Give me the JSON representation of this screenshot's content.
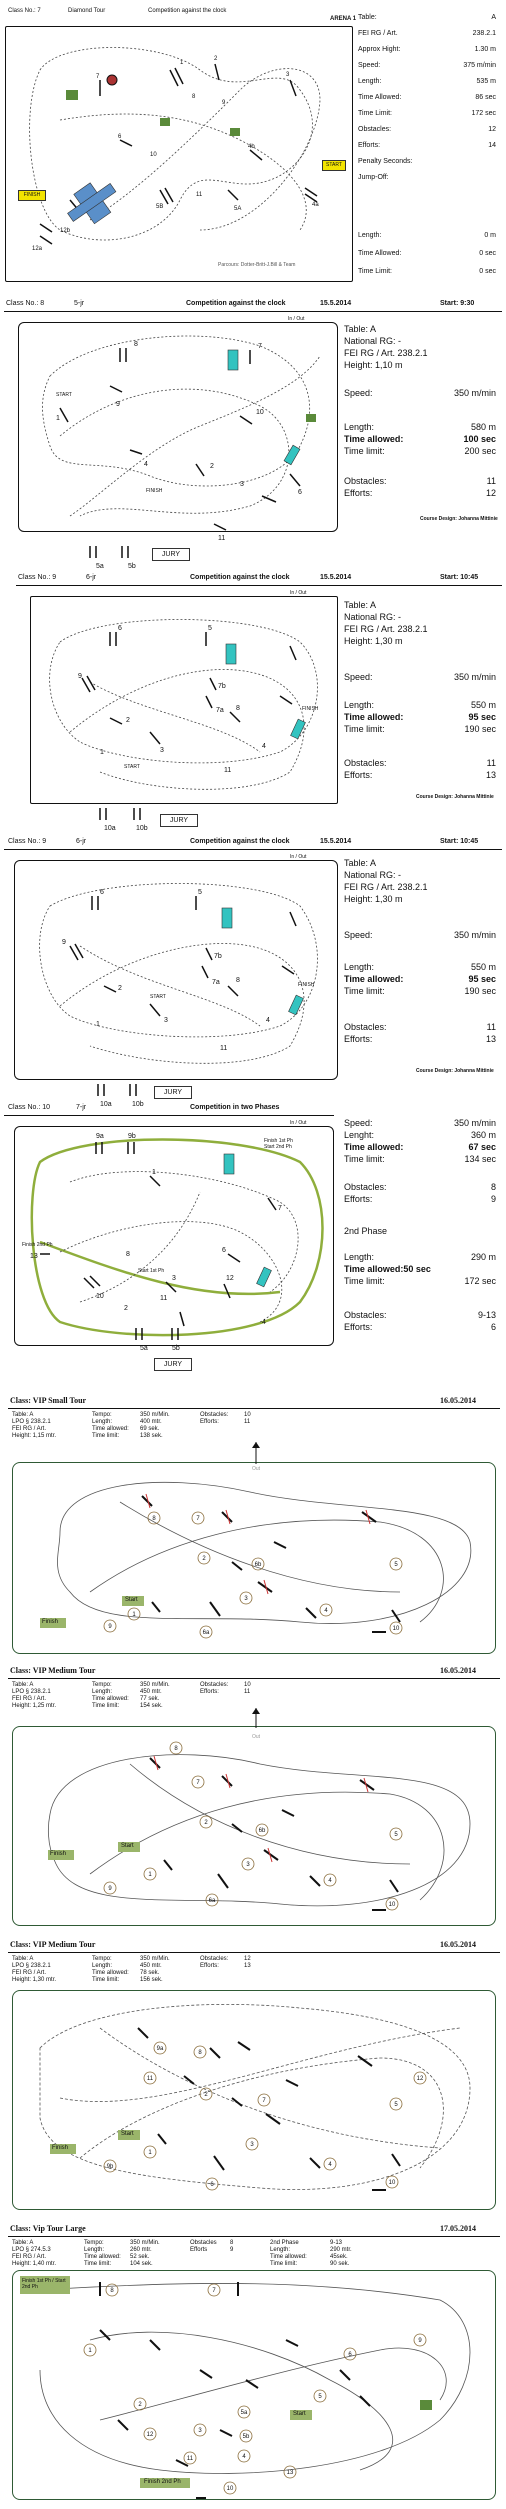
{
  "s1": {
    "class_no": "Class No.: 7",
    "tour": "Diamond Tour",
    "competition": "Competition against the clock",
    "arena": "ARENA 1",
    "stats": [
      {
        "k": "Table:",
        "v": "A"
      },
      {
        "k": "FEI RG / Art.",
        "v": "238.2.1"
      },
      {
        "k": "Approx Hight:",
        "v": "1.30  m"
      },
      {
        "k": "Speed:",
        "v": "375  m/min"
      },
      {
        "k": "Length:",
        "v": "535  m"
      },
      {
        "k": "Time Allowed:",
        "v": "86  sec"
      },
      {
        "k": "Time Limit:",
        "v": "172  sec"
      },
      {
        "k": "Obstacles:",
        "v": "12"
      },
      {
        "k": "Efforts:",
        "v": "14"
      },
      {
        "k": "Penalty Seconds:",
        "v": ""
      },
      {
        "k": "Jump-Off:",
        "v": ""
      },
      {
        "k": "Length:",
        "v": "0  m"
      },
      {
        "k": "Time Allowed:",
        "v": "0  sec"
      },
      {
        "k": "Time Limit:",
        "v": "0  sec"
      }
    ],
    "labels": {
      "start": "START",
      "finish": "FINISH"
    },
    "jumps": [
      "1",
      "2",
      "3",
      "4",
      "5",
      "6",
      "7",
      "8",
      "9",
      "10",
      "11",
      "12a",
      "12b",
      "4a",
      "4b",
      "5A",
      "5B"
    ]
  },
  "s2": {
    "class_no": "Class No.: 8",
    "age": "5-jr",
    "competition": "Competition against the clock",
    "date": "15.5.2014",
    "start": "Start: 9:30",
    "inout": "In / Out",
    "table": "Table: A",
    "rg": "National RG: -",
    "fei": "FEI RG / Art. 238.2.1",
    "height": "Height: 1,10  m",
    "speed_k": "Speed:",
    "speed_v": "350  m/min",
    "length_k": "Length:",
    "length_v": "580  m",
    "ta_k": "Time allowed:",
    "ta_v": "100  sec",
    "tl_k": "Time limit:",
    "tl_v": "200  sec",
    "obs_k": "Obstacles:",
    "obs_v": "11",
    "eff_k": "Efforts:",
    "eff_v": "12",
    "design": "Course Design: Johanna Mittinie",
    "jury": "JURY",
    "labels": {
      "start": "START",
      "finish": "FINISH"
    },
    "jumps": [
      "1",
      "2",
      "3",
      "4",
      "5a",
      "5b",
      "6",
      "7",
      "8",
      "9",
      "10",
      "11"
    ]
  },
  "s3": {
    "class_no": "Class No.: 9",
    "age": "6-jr",
    "competition": "Competition against the clock",
    "date": "15.5.2014",
    "start": "Start: 10:45",
    "inout": "In / Out",
    "table": "Table: A",
    "rg": "National RG: -",
    "fei": "FEI RG / Art. 238.2.1",
    "height": "Height: 1,30  m",
    "speed_k": "Speed:",
    "speed_v": "350  m/min",
    "length_k": "Length:",
    "length_v": "550  m",
    "ta_k": "Time allowed:",
    "ta_v": "95  sec",
    "tl_k": "Time limit:",
    "tl_v": "190  sec",
    "obs_k": "Obstacles:",
    "obs_v": "11",
    "eff_k": "Efforts:",
    "eff_v": "13",
    "design": "Course Design: Johanna Mittinie",
    "jury": "JURY",
    "labels": {
      "start": "START",
      "finish": "FINISH"
    },
    "jumps": [
      "1",
      "2",
      "3",
      "4",
      "5",
      "6",
      "7a",
      "7b",
      "8",
      "9",
      "10a",
      "10b",
      "11"
    ]
  },
  "s4": {
    "class_no": "Class No.: 9",
    "age": "6-jr",
    "competition": "Competition against the clock",
    "date": "15.5.2014",
    "start": "Start: 10:45",
    "inout": "In / Out",
    "table": "Table: A",
    "rg": "National RG: -",
    "fei": "FEI RG / Art. 238.2.1",
    "height": "Height: 1,30  m",
    "speed_k": "Speed:",
    "speed_v": "350  m/min",
    "length_k": "Length:",
    "length_v": "550  m",
    "ta_k": "Time allowed:",
    "ta_v": "95  sec",
    "tl_k": "Time limit:",
    "tl_v": "190  sec",
    "obs_k": "Obstacles:",
    "obs_v": "11",
    "eff_k": "Efforts:",
    "eff_v": "13",
    "design": "Course Design: Johanna Mittinie",
    "jury": "JURY",
    "labels": {
      "start": "START",
      "finish": "FINISH"
    },
    "jumps": [
      "1",
      "2",
      "3",
      "4",
      "5",
      "6",
      "7a",
      "7b",
      "8",
      "9",
      "10a",
      "10b",
      "11"
    ]
  },
  "s5": {
    "class_no": "Class No.: 10",
    "age": "7-jr",
    "competition": "Competition in two Phases",
    "inout": "In / Out",
    "speed_k": "Speed:",
    "speed_v": "350  m/min",
    "length_k": "Lenght:",
    "length_v": "360  m",
    "ta_k": "Time allowed:",
    "ta_v": "67  sec",
    "tl_k": "Time limit:",
    "tl_v": "134  sec",
    "obs_k": "Obstacles:",
    "obs_v": "8",
    "eff_k": "Efforts:",
    "eff_v": "9",
    "phase2": "2nd Phase",
    "p2len_k": "Length:",
    "p2len_v": "290  m",
    "p2ta": "Time allowed:50  sec",
    "p2tl_k": "Time limit:",
    "p2tl_v": "172  sec",
    "p2obs_k": "Obstacles:",
    "p2obs_v": "9-13",
    "p2eff_k": "Efforts:",
    "p2eff_v": "6",
    "jury": "JURY",
    "labels": {
      "start": "Start 1st Ph",
      "finish": "Finish 1st Ph / Start 2nd Ph",
      "finish2": "Finish 2nd Ph"
    },
    "jumps": [
      "1",
      "2",
      "3",
      "4",
      "5a",
      "5b",
      "6",
      "7",
      "8",
      "9a",
      "9b",
      "10",
      "11",
      "12",
      "13"
    ]
  },
  "s6": {
    "title": "Class: VIP Small Tour",
    "date": "16.05.2014",
    "info": [
      [
        "Table: A",
        "Tempo:",
        "350 m/Min.",
        "Obstacles:",
        "10"
      ],
      [
        "LPO § 238.2.1",
        "Length:",
        "400 mtr.",
        "Efforts:",
        "11"
      ],
      [
        "FEI RG / Art.",
        "Time allowed:",
        "69 sek.",
        "",
        ""
      ],
      [
        "Height: 1,15 mtr.",
        "Time limit:",
        "138 sek.",
        "",
        ""
      ]
    ],
    "inout": "Out",
    "start": "Start",
    "finish": "Finish",
    "jumps": [
      "1",
      "2",
      "3",
      "4",
      "5",
      "6a",
      "6b",
      "7",
      "8",
      "9",
      "10"
    ]
  },
  "s7": {
    "title": "Class: VIP Medium Tour",
    "date": "16.05.2014",
    "info": [
      [
        "Table: A",
        "Tempo:",
        "350 m/Min.",
        "Obstacles:",
        "10"
      ],
      [
        "LPO § 238.2.1",
        "Length:",
        "450 mtr.",
        "Efforts:",
        "11"
      ],
      [
        "FEI RG / Art.",
        "Time allowed:",
        "77 sek.",
        "",
        ""
      ],
      [
        "Height: 1,25 mtr.",
        "Time limit:",
        "154 sek.",
        "",
        ""
      ]
    ],
    "inout": "Out",
    "start": "Start",
    "finish": "Finish",
    "jumps": [
      "1",
      "2",
      "3",
      "4",
      "5",
      "6a",
      "6b",
      "7",
      "8",
      "9",
      "10"
    ]
  },
  "s8": {
    "title": "Class: VIP Medium Tour",
    "date": "16.05.2014",
    "info": [
      [
        "Table: A",
        "Tempo:",
        "350 m/Min.",
        "Obstacles:",
        "12"
      ],
      [
        "LPO § 238.2.1",
        "Length:",
        "450 mtr.",
        "Efforts:",
        "13"
      ],
      [
        "FEI RG / Art.",
        "Time allowed:",
        "78 sek.",
        "",
        ""
      ],
      [
        "Height: 1,30 mtr.",
        "Time limit:",
        "156 sek.",
        "",
        ""
      ]
    ],
    "start": "Start",
    "finish": "Finish",
    "jumps": [
      "1",
      "2",
      "3",
      "4",
      "5",
      "6",
      "7",
      "8",
      "9a",
      "9b",
      "10",
      "11",
      "12"
    ]
  },
  "s9": {
    "title": "Class: Vip Tour Large",
    "date": "17.05.2014",
    "info": [
      [
        "Table: A",
        "Tempo:",
        "350 m/Min.",
        "Obstacles",
        "8",
        "2nd Phase",
        "9-13"
      ],
      [
        "LPO § 274.5.3",
        "Length:",
        "260 mtr.",
        "Efforts",
        "9",
        "Length:",
        "290 mtr."
      ],
      [
        "FEI RG / Art.",
        "Time allowed:",
        "52 sek.",
        "",
        "",
        "Time allowed:",
        "45sek."
      ],
      [
        "Height: 1,40 mtr.",
        "Time limit:",
        "104 sek.",
        "",
        "",
        "Time limit:",
        "90 sek."
      ]
    ],
    "finish1": "Finish 1st Ph / Start 2nd Ph",
    "start": "Start",
    "finish2": "Finish 2nd Ph",
    "jumps": [
      "1",
      "2",
      "3",
      "4",
      "5",
      "6",
      "7",
      "8",
      "9",
      "10",
      "11",
      "12",
      "13",
      "5a",
      "5b"
    ]
  }
}
